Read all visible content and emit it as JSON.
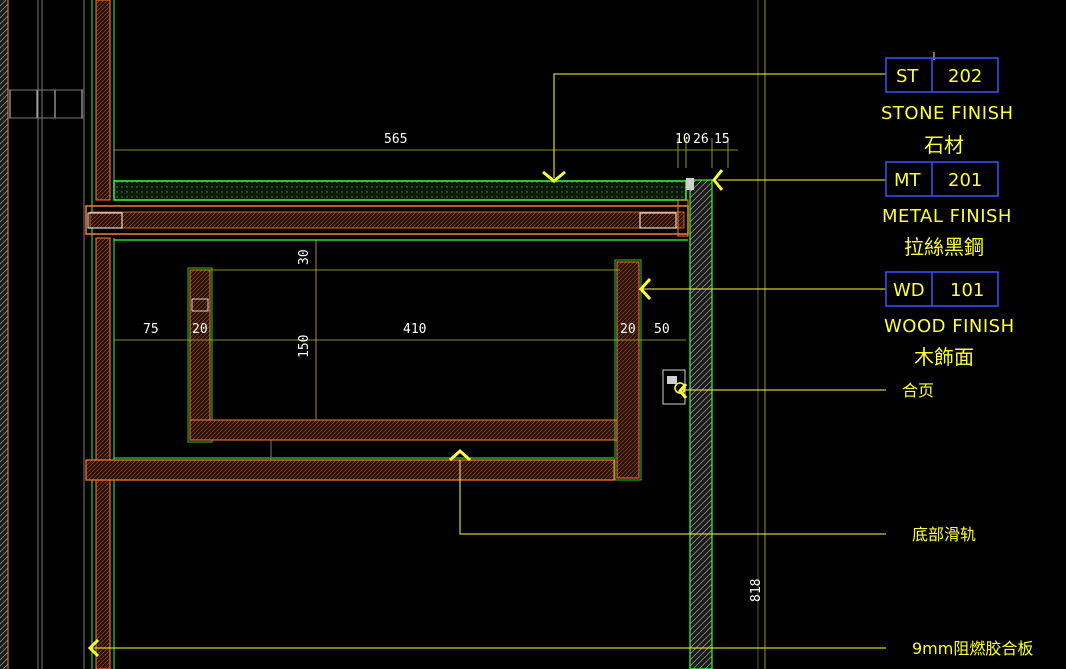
{
  "dimensions": {
    "d565": "565",
    "d10": "10",
    "d26": "26",
    "d15": "15",
    "d30": "30",
    "d75": "75",
    "d20a": "20",
    "d410": "410",
    "d20b": "20",
    "d50": "50",
    "d150": "150",
    "d818": "818"
  },
  "tags": [
    {
      "code": "ST",
      "number": "202",
      "finish": "STONE FINISH",
      "cn": "石材"
    },
    {
      "code": "MT",
      "number": "201",
      "finish": "METAL FINISH",
      "cn": "拉絲黑鋼"
    },
    {
      "code": "WD",
      "number": "101",
      "finish": "WOOD FINISH",
      "cn": "木飾面"
    }
  ],
  "notes": {
    "hinge": "合页",
    "slide": "底部滑轨",
    "board": "9mm阻燃胶合板"
  },
  "colors": {
    "background": "#000000",
    "outline_green": "#33ff33",
    "wood_orange": "#ff7a33",
    "leader_yellow": "#ffff33",
    "dim_line": "#b8b833",
    "tag_box": "#3355ff",
    "hatch_gray": "#8a8a8a"
  }
}
